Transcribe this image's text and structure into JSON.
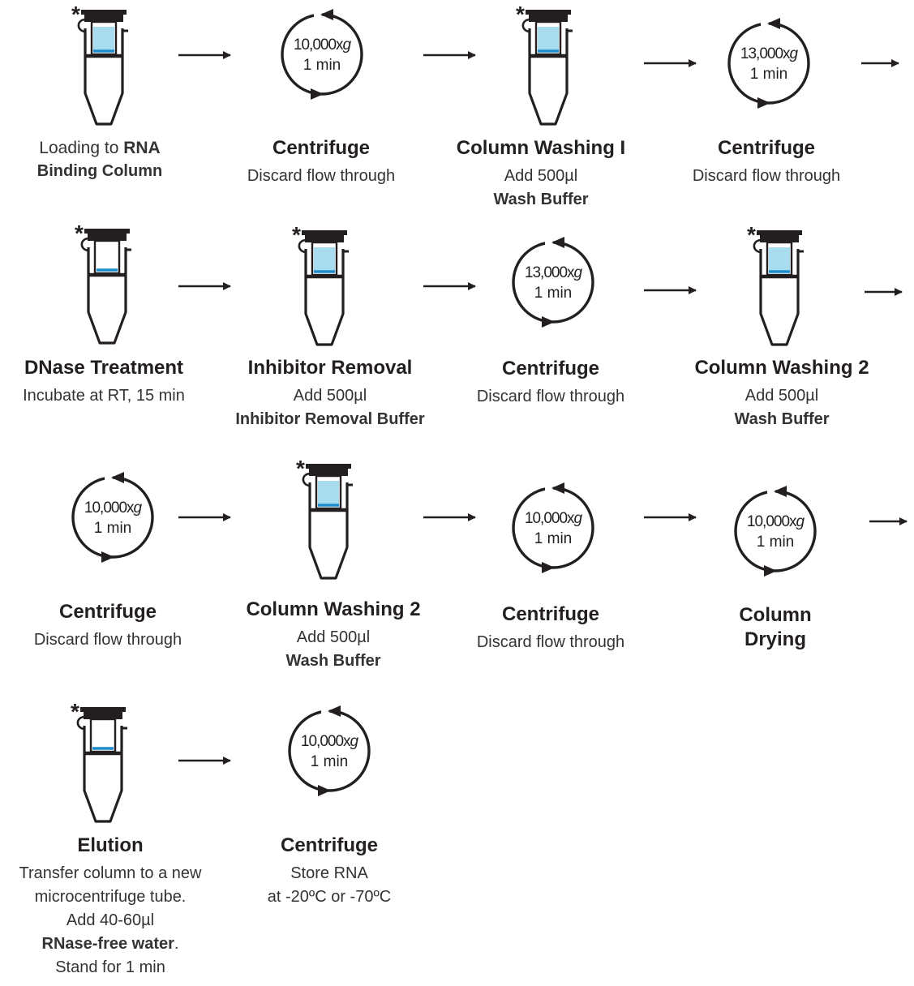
{
  "steps": [
    {
      "icon": "column-tube",
      "liquid": "full",
      "title": "",
      "lines": [
        [
          "Loading to ",
          "RNA"
        ],
        [
          "",
          "Binding Column"
        ]
      ]
    },
    {
      "icon": "centrifuge",
      "speed": "10,000",
      "unit": "xg",
      "time": "1 min",
      "title": "Centrifuge",
      "lines": [
        [
          "Discard flow through",
          ""
        ]
      ]
    },
    {
      "icon": "column-tube",
      "liquid": "full",
      "title": "Column Washing I",
      "lines": [
        [
          "Add 500µl",
          ""
        ],
        [
          "",
          "Wash Buffer"
        ]
      ]
    },
    {
      "icon": "centrifuge",
      "speed": "13,000",
      "unit": "xg",
      "time": "1 min",
      "title": "Centrifuge",
      "lines": [
        [
          "Discard flow through",
          ""
        ]
      ]
    },
    {
      "icon": "column-tube",
      "liquid": "thin",
      "title": "DNase Treatment",
      "lines": [
        [
          "Incubate at RT, 15 min",
          ""
        ]
      ]
    },
    {
      "icon": "column-tube",
      "liquid": "full",
      "title": "Inhibitor Removal",
      "lines": [
        [
          "Add 500µl",
          ""
        ],
        [
          "",
          "Inhibitor Removal Buffer"
        ]
      ]
    },
    {
      "icon": "centrifuge",
      "speed": "13,000",
      "unit": "xg",
      "time": "1 min",
      "title": "Centrifuge",
      "lines": [
        [
          "Discard flow through",
          ""
        ]
      ]
    },
    {
      "icon": "column-tube",
      "liquid": "full",
      "title": "Column Washing 2",
      "lines": [
        [
          "Add 500µl",
          ""
        ],
        [
          "",
          "Wash Buffer"
        ]
      ]
    },
    {
      "icon": "centrifuge",
      "speed": "10,000",
      "unit": "xg",
      "time": "1 min",
      "title": "Centrifuge",
      "lines": [
        [
          "Discard flow through",
          ""
        ]
      ]
    },
    {
      "icon": "column-tube",
      "liquid": "full",
      "title": "Column Washing 2",
      "lines": [
        [
          "Add 500µl",
          ""
        ],
        [
          "",
          "Wash Buffer"
        ]
      ]
    },
    {
      "icon": "centrifuge",
      "speed": "10,000",
      "unit": "xg",
      "time": "1 min",
      "title": "Centrifuge",
      "lines": [
        [
          "Discard flow through",
          ""
        ]
      ]
    },
    {
      "icon": "centrifuge",
      "speed": "10,000",
      "unit": "xg",
      "time": "1 min",
      "title": "Column\nDrying",
      "lines": []
    },
    {
      "icon": "column-tube",
      "liquid": "thin",
      "title": "Elution",
      "lines": [
        [
          "Transfer column to a new",
          ""
        ],
        [
          "microcentrifuge tube.",
          ""
        ],
        [
          "Add 40-60µl",
          ""
        ],
        [
          "",
          "RNase-free water",
          "."
        ],
        [
          "Stand for 1 min",
          ""
        ]
      ]
    },
    {
      "icon": "centrifuge",
      "speed": "10,000",
      "unit": "xg",
      "time": "1 min",
      "title": "Centrifuge",
      "lines": [
        [
          "Store RNA",
          ""
        ],
        [
          "at -20ºC or -70ºC",
          ""
        ]
      ]
    }
  ],
  "asterisk": "*",
  "colors": {
    "ink": "#231f20",
    "liquid": "#a9dcef",
    "liquid_line": "#1b8ccc",
    "text": "#333333"
  }
}
